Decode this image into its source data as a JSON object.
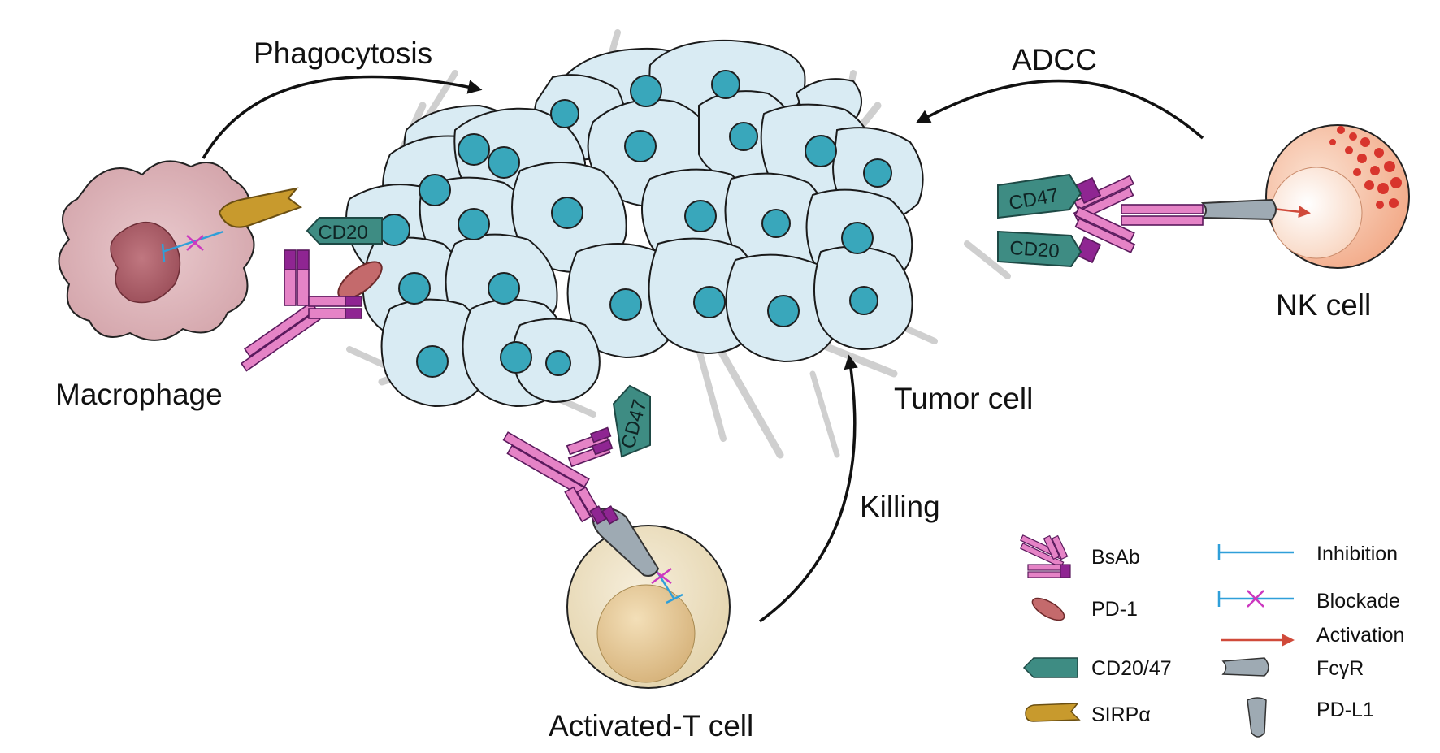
{
  "labels": {
    "phagocytosis": "Phagocytosis",
    "adcc": "ADCC",
    "macrophage": "Macrophage",
    "nk_cell": "NK cell",
    "tumor_cell": "Tumor cell",
    "killing": "Killing",
    "activated_t_cell": "Activated-T cell"
  },
  "markers": {
    "cd20_left": "CD20",
    "cd47_right": "CD47",
    "cd20_right": "CD20",
    "cd47_bottom": "CD47"
  },
  "legend": {
    "bsab": "BsAb",
    "pd1": "PD-1",
    "cd20_47": "CD20/47",
    "sirpa": "SIRPα",
    "inhibition": "Inhibition",
    "blockade": "Blockade",
    "activation": "Activation",
    "fcyr": "FcγR",
    "pdl1": "PD-L1"
  },
  "colors": {
    "tumor_cell": "#d9ebf3",
    "tumor_nucleus": "#39a7bb",
    "macrophage": "#dcb3b8",
    "macrophage_nucleus": "#b4606b",
    "nk_cell": "#f6c4a8",
    "t_cell": "#efe4c8",
    "bsab": "#e583c6",
    "bsab_tip": "#8f2592",
    "pd1": "#c46a6c",
    "cd_marker": "#3e8c83",
    "sirpa": "#c89a2d",
    "inhibition": "#2f9fd9",
    "blockade": "#cc38bf",
    "activation": "#d04a3a",
    "fcgr": "#9eaab3"
  }
}
